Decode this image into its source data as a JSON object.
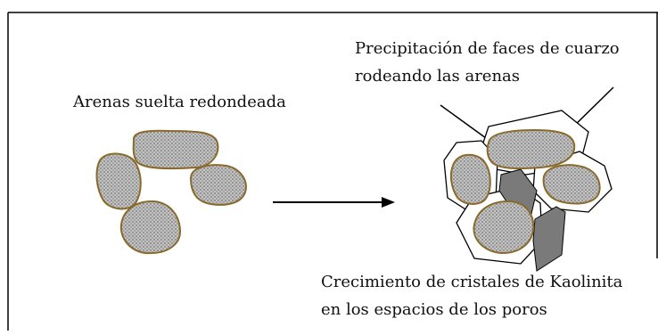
{
  "labels": {
    "loose_sands": "Arenas suelta redondeada",
    "quartz_line1": "Precipitación de faces de cuarzo",
    "quartz_line2": "rodeando las arenas",
    "kaolinite_line1": "Crecimiento de cristales de Kaolinita",
    "kaolinite_line2": "en los espacios de los poros"
  },
  "colors": {
    "grain_outline": "#8a6a2a",
    "grain_fill": "#b9b9b9",
    "kaolinite_fill": "#7a7a7a",
    "line": "#000000"
  }
}
